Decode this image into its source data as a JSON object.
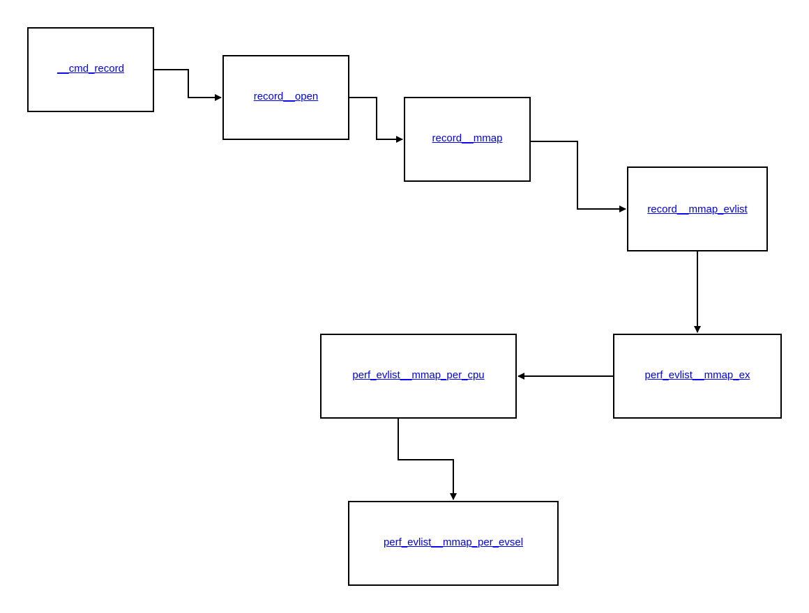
{
  "diagram": {
    "nodes": [
      {
        "id": "cmd_record",
        "label": "__cmd_record"
      },
      {
        "id": "record_open",
        "label": "record__open"
      },
      {
        "id": "record_mmap",
        "label": "record__mmap"
      },
      {
        "id": "record_mmap_evlist",
        "label": "record__mmap_evlist"
      },
      {
        "id": "perf_evlist_mmap_ex",
        "label": "perf_evlist__mmap_ex"
      },
      {
        "id": "perf_evlist_mmap_per_cpu",
        "label": "perf_evlist__mmap_per_cpu"
      },
      {
        "id": "perf_evlist_mmap_per_evsel",
        "label": "perf_evlist__mmap_per_evsel"
      }
    ],
    "edges": [
      {
        "from": "cmd_record",
        "to": "record_open"
      },
      {
        "from": "record_open",
        "to": "record_mmap"
      },
      {
        "from": "record_mmap",
        "to": "record_mmap_evlist"
      },
      {
        "from": "record_mmap_evlist",
        "to": "perf_evlist_mmap_ex"
      },
      {
        "from": "perf_evlist_mmap_ex",
        "to": "perf_evlist_mmap_per_cpu"
      },
      {
        "from": "perf_evlist_mmap_per_cpu",
        "to": "perf_evlist_mmap_per_evsel"
      }
    ],
    "colors": {
      "link": "#0000ee",
      "stroke": "#000000",
      "background": "#ffffff"
    }
  }
}
